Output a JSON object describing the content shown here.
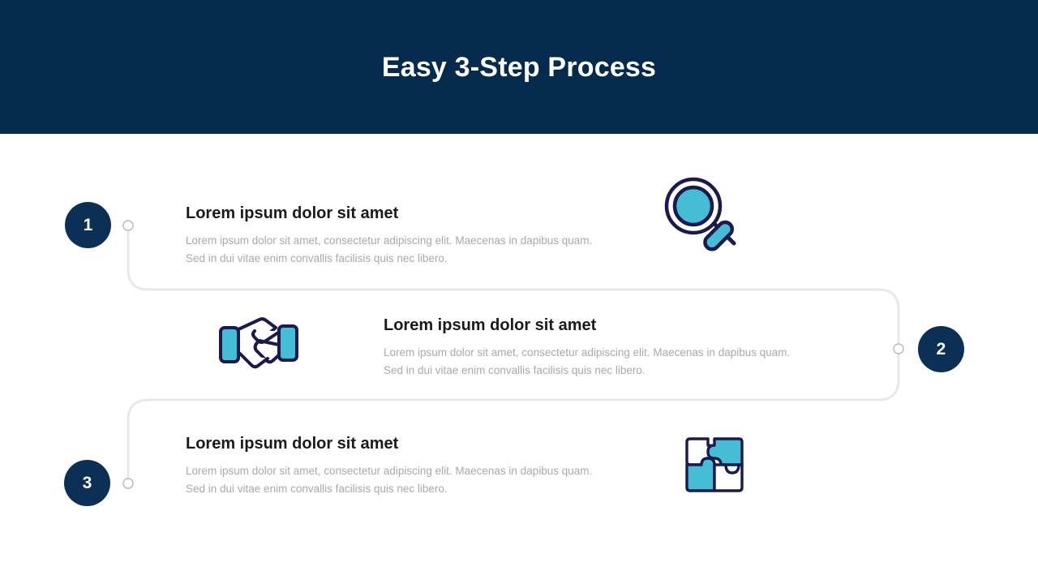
{
  "header": {
    "title": "Easy 3-Step Process",
    "bg_color": "#042b4e",
    "text_color": "#ffffff"
  },
  "theme": {
    "navy": "#0b2f55",
    "icon_outline": "#1a1a4e",
    "cyan": "#45bdd4",
    "connector": "#e8e8e8",
    "title_color": "#1a1a1a",
    "body_color": "#a9a9ad"
  },
  "steps": [
    {
      "number": "1",
      "title": "Lorem ipsum dolor sit amet",
      "body_line1": "Lorem ipsum dolor sit amet, consectetur adipiscing elit. Maecenas in dapibus quam.",
      "body_line2": "Sed in dui vitae enim convallis facilisis quis nec libero.",
      "icon": "magnifier-icon"
    },
    {
      "number": "2",
      "title": "Lorem ipsum dolor sit amet",
      "body_line1": "Lorem ipsum dolor sit amet, consectetur adipiscing elit. Maecenas in dapibus quam.",
      "body_line2": "Sed in dui vitae enim convallis facilisis quis nec libero.",
      "icon": "handshake-icon"
    },
    {
      "number": "3",
      "title": "Lorem ipsum dolor sit amet",
      "body_line1": "Lorem ipsum dolor sit amet, consectetur adipiscing elit. Maecenas in dapibus quam.",
      "body_line2": "Sed in dui vitae enim convallis facilisis quis nec libero.",
      "icon": "puzzle-icon"
    }
  ]
}
